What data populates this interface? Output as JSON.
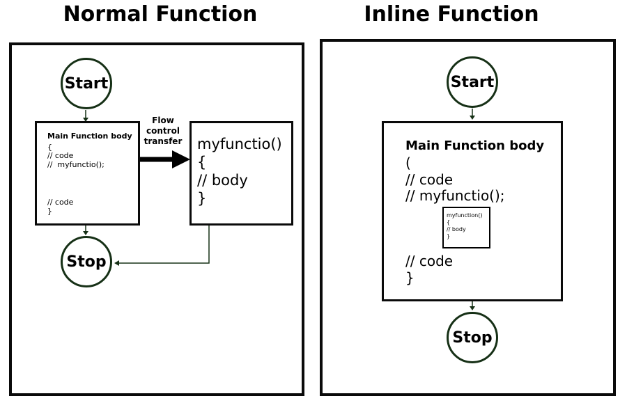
{
  "titles": {
    "left": "Normal Function",
    "right": "Inline Function"
  },
  "normal": {
    "start": "Start",
    "stop": "Stop",
    "main_title": "Main Function body",
    "main_lines": [
      "{",
      "// code",
      "//  myfunctio();"
    ],
    "main_tail": [
      "// code",
      "}"
    ],
    "flow_label": [
      "Flow",
      "control",
      "transfer"
    ],
    "func_lines": [
      "myfunctio()",
      "{",
      "// body",
      "}"
    ]
  },
  "inline": {
    "start": "Start",
    "stop": "Stop",
    "main_title": "Main Function body",
    "main_lines": [
      "(",
      "// code",
      "// myfunctio();"
    ],
    "inner_lines": [
      "myfunction()",
      "{",
      "// body",
      "}"
    ],
    "main_tail": [
      "// code",
      "}"
    ]
  }
}
